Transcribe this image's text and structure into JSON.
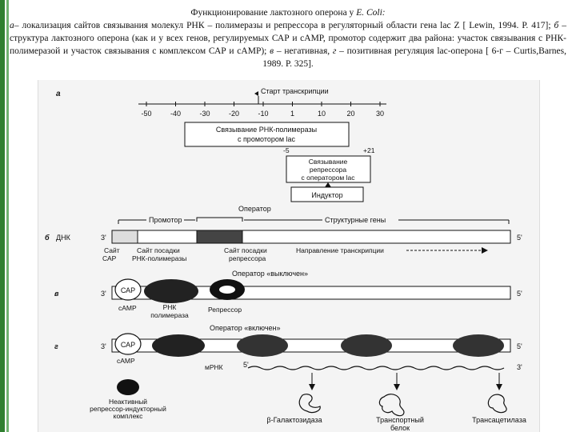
{
  "caption": {
    "title_prefix": "Функционирование лактозного оперона у ",
    "title_species": "E. Coli:",
    "body_a_label": "а",
    "body_1": "– локализация сайтов связывания молекул РНК – полимеразы и репрессора в регуляторный области гена lac Z [ Lewin, 1994. P. 417]; ",
    "body_b_label": "б",
    "body_2": " – структура лактозного оперона (как и у всех генов, регулируемых САР и cAMP, промотор содержит два района: участок связывания с РНК-полимеразой и участок связывания с комплексом САР и cAMP); ",
    "body_v_label": "в",
    "body_3": " – негативная, ",
    "body_g_label": "г",
    "body_4": " – позитивная регуляция lac-оперона [ 6-г – Curtis,Barnes, 1989. P. 325]."
  },
  "figure": {
    "panel_a": {
      "letter": "а",
      "start_label": "Старт транскрипции",
      "ticks": [
        "-50",
        "-40",
        "-30",
        "-20",
        "-10",
        "1",
        "10",
        "20",
        "30"
      ],
      "rna_pol_box": [
        "Связывание РНК-полимеразы",
        "с промотором lac"
      ],
      "minus5": "-5",
      "plus21": "+21",
      "repressor_box": [
        "Связывание",
        "репрессора",
        "с оператором lac"
      ],
      "inductor_box": "Индуктор"
    },
    "panel_b": {
      "letter": "б",
      "dna_label": "ДНК",
      "end_3": "3'",
      "end_5": "5'",
      "operator_label": "Оператор",
      "promoter_label": "Промотор",
      "structural_label": "Структурные гены",
      "cap_site": [
        "Сайт",
        "САР"
      ],
      "rnapol_site": [
        "Сайт посадки",
        "РНК-полимеразы"
      ],
      "repressor_site": [
        "Сайт посадки",
        "репрессора"
      ],
      "direction_label": "Направление транскрипции"
    },
    "panel_v": {
      "letter": "в",
      "operator_off": "Оператор «выключен»",
      "cap": "САР",
      "camp": "cAMP",
      "rnapol": [
        "РНК",
        "полимераза"
      ],
      "repressor": "Репрессор",
      "end_3": "3'",
      "end_5": "5'"
    },
    "panel_g": {
      "letter": "г",
      "operator_on": "Оператор «включен»",
      "cap": "САР",
      "camp": "cAMP",
      "mrna": "мРНК",
      "end_3": "3'",
      "end_5": "5'",
      "end_5b": "5'",
      "end_3b": "3'",
      "complex": [
        "Неактивный",
        "репрессор-индукторный",
        "комплекс"
      ],
      "products": [
        "β-Галактозидаза",
        "Транспортный",
        "белок",
        "Трансацетилаза"
      ]
    }
  }
}
